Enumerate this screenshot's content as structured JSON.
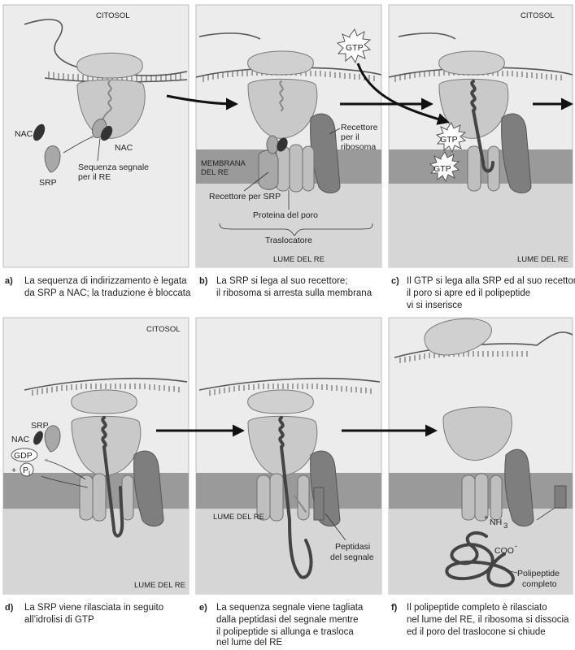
{
  "panels": {
    "a": {
      "region": "CITOSOL",
      "nac": "NAC",
      "nac2": "NAC",
      "srp": "SRP",
      "signal_line1": "Sequenza segnale",
      "signal_line2": "per il RE",
      "caption_letter": "a)",
      "caption_line1": "La sequenza di indirizzamento è legata",
      "caption_line2": "da SRP a NAC; la traduzione è bloccata"
    },
    "b": {
      "membrane_line1": "MEMBRANA",
      "membrane_line2": "DEL RE",
      "receptor_line1": "Recettore",
      "receptor_line2": "per il",
      "receptor_line3": "ribosoma",
      "gtp": "GTP",
      "srp_receptor": "Recettore per SRP",
      "pore_protein": "Proteina del poro",
      "translocator": "Traslocatore",
      "lumen": "LUME DEL RE",
      "caption_letter": "b)",
      "caption_line1": "La SRP si lega al suo recettore;",
      "caption_line2": "il ribosoma si arresta sulla membrana"
    },
    "c": {
      "region": "CITOSOL",
      "gtp1": "GTP",
      "gtp2": "GTP",
      "lumen": "LUME DEL RE",
      "caption_letter": "c)",
      "caption_line1": "Il GTP si lega alla SRP ed al suo recettore,",
      "caption_line2": "il poro si apre ed il polipeptide",
      "caption_line3": "vi si inserisce"
    },
    "d": {
      "region": "CITOSOL",
      "srp": "SRP",
      "nac": "NAC",
      "gdp": "GDP",
      "pi_plus": "+",
      "pi": "P",
      "pi_sub": "i",
      "lumen": "LUME DEL RE",
      "caption_letter": "d)",
      "caption_line1": "La SRP viene rilasciata in seguito",
      "caption_line2": "all’idrolisi di GTP"
    },
    "e": {
      "lumen": "LUME DEL RE",
      "peptidase_line1": "Peptidasi",
      "peptidase_line2": "del segnale",
      "caption_letter": "e)",
      "caption_line1": "La sequenza segnale viene tagliata",
      "caption_line2": "dalla peptidasi del segnale mentre",
      "caption_line3": "il polipeptide si allunga e trasloca",
      "caption_line4": "nel lume del RE"
    },
    "f": {
      "nh3_plus": "+",
      "nh3": "NH",
      "nh3_sub": "3",
      "coo": "COO",
      "coo_minus": "-",
      "complete_line1": "Polipeptide",
      "complete_line2": "completo",
      "caption_letter": "f)",
      "caption_line1": "Il polipeptide completo è rilasciato",
      "caption_line2": "nel lume del RE, il ribosoma si dissocia",
      "caption_line3": "ed il poro del traslocone si chiude"
    }
  },
  "colors": {
    "background": "#ececec",
    "lumen": "#d6d6d6",
    "membrane": "#9a9a9a",
    "ribosome": "#c9c9c9",
    "receptor": "#7e7e7e",
    "nac": "#333333"
  }
}
